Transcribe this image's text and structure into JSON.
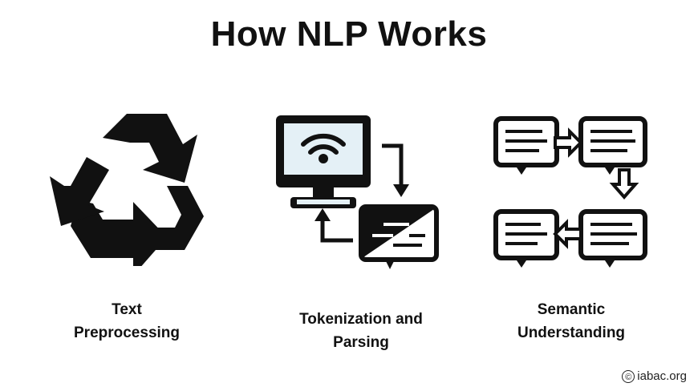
{
  "title": "How NLP Works",
  "steps": [
    {
      "line1": "Text",
      "line2": "Preprocessing",
      "icon": "recycle-icon"
    },
    {
      "line1": "Tokenization and",
      "line2": "Parsing",
      "icon": "monitor-wifi-chat-icon"
    },
    {
      "line1": "Semantic",
      "line2": "Understanding",
      "icon": "chat-flow-icon"
    }
  ],
  "credit": {
    "symbol": "©",
    "text": "iabac.org"
  }
}
